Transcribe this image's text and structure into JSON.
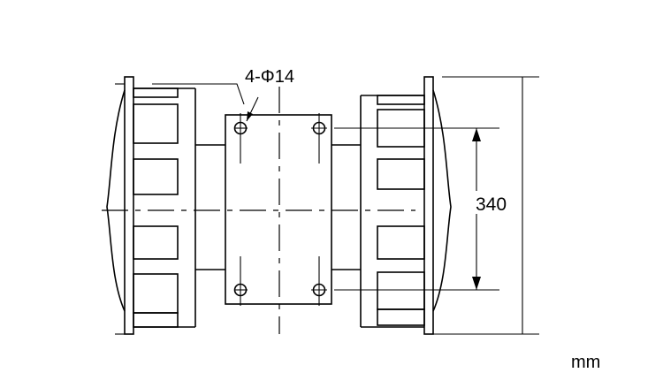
{
  "drawing": {
    "hole_callout": "4-Φ14",
    "dimension_label": "340",
    "unit_label": "mm"
  }
}
